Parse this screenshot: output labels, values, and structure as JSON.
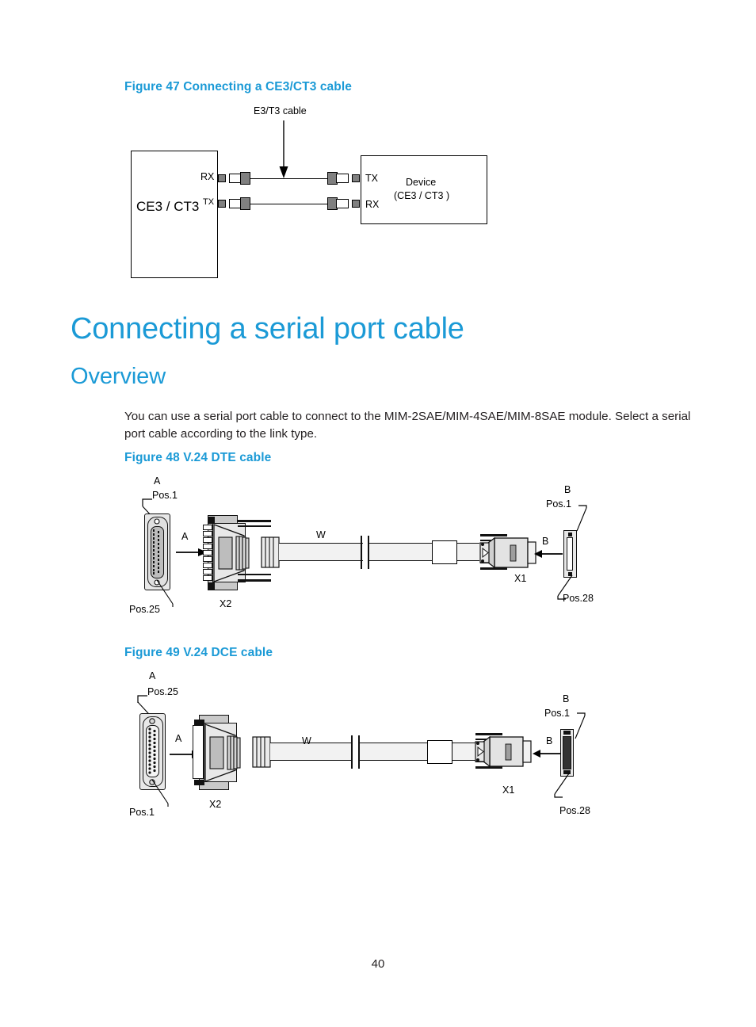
{
  "document": {
    "page_number": "40"
  },
  "figure47": {
    "caption": "Figure 47 Connecting a CE3/CT3 cable",
    "cable_label": "E3/T3 cable",
    "left_box_label": "CE3 / CT3",
    "left_ports": [
      "RX",
      "TX"
    ],
    "right_ports": [
      "TX",
      "RX"
    ],
    "right_box_label_line1": "Device",
    "right_box_label_line2": "(CE3 / CT3 )"
  },
  "section": {
    "heading": "Connecting a serial port cable",
    "subheading": "Overview",
    "paragraph": "You can use a serial port cable to connect to the MIM-2SAE/MIM-4SAE/MIM-8SAE module. Select a serial port cable according to the link type."
  },
  "figure48": {
    "caption": "Figure 48 V.24 DTE cable",
    "left_group_label": "A",
    "left_top_pos": "Pos.1",
    "left_bottom_pos": "Pos.25",
    "left_arrow_label": "A",
    "left_connector_label": "X2",
    "cable_label": "W",
    "right_connector_label": "X1",
    "right_arrow_label": "B",
    "right_group_label": "B",
    "right_top_pos": "Pos.1",
    "right_bottom_pos": "Pos.28"
  },
  "figure49": {
    "caption": "Figure 49 V.24 DCE cable",
    "left_group_label": "A",
    "left_top_pos": "Pos.25",
    "left_bottom_pos": "Pos.1",
    "left_arrow_label": "A",
    "left_connector_label": "X2",
    "cable_label": "W",
    "right_connector_label": "X1",
    "right_arrow_label": "B",
    "right_group_label": "B",
    "right_top_pos": "Pos.1",
    "right_bottom_pos": "Pos.28"
  },
  "colors": {
    "heading_blue": "#1b9ad6",
    "text_black": "#231f20",
    "plug_gray": "#808080"
  }
}
